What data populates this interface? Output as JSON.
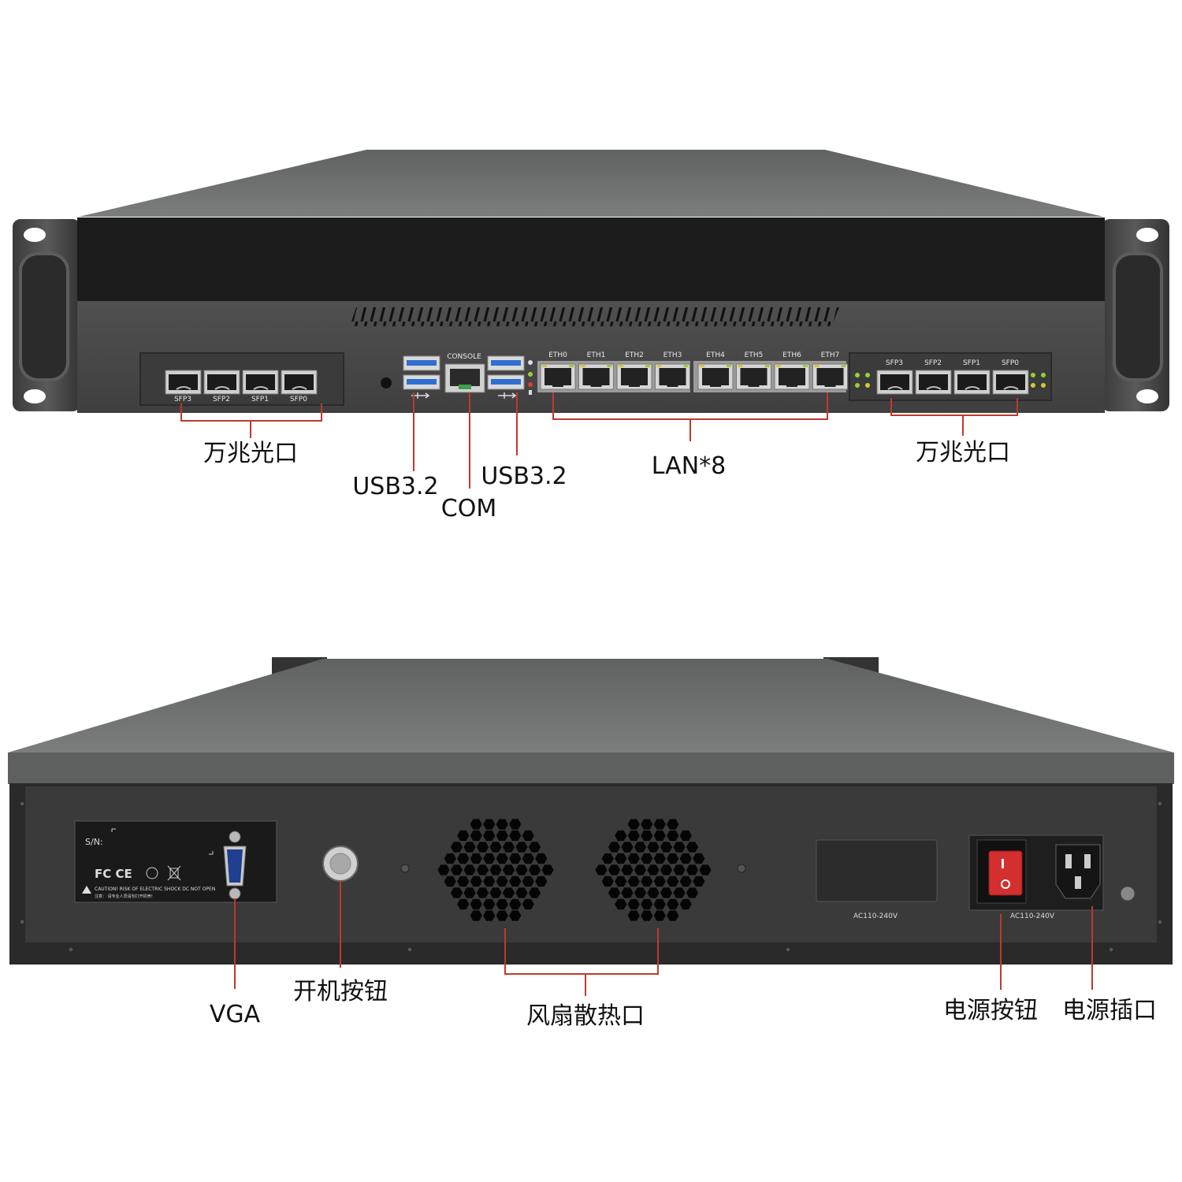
{
  "front": {
    "sfp_left_labels": [
      "SFP3",
      "SFP2",
      "SFP1",
      "SFP0"
    ],
    "sfp_right_labels": [
      "SFP3",
      "SFP2",
      "SFP1",
      "SFP0"
    ],
    "console_label": "CONSOLE",
    "eth_labels": [
      "ETH0",
      "ETH1",
      "ETH2",
      "ETH3",
      "ETH4",
      "ETH5",
      "ETH6",
      "ETH7"
    ],
    "callouts": {
      "sfp_left": "万兆光口",
      "usb_left": "USB3.2",
      "com": "COM",
      "usb_right": "USB3.2",
      "lan": "LAN*8",
      "sfp_right": "万兆光口"
    }
  },
  "rear": {
    "sn_label": "S/N:",
    "cert_marks": "FC CE",
    "caution_text": "CAUTION!  RISK OF ELECTRIC SHOCK DC NOT OPEN",
    "warning_text": "注意：  请专业人员请勿打开机壳！",
    "ac_label_left": "AC110-240V",
    "ac_label_right": "AC110-240V",
    "callouts": {
      "vga": "VGA",
      "power_on": "开机按钮",
      "fans": "风扇散热口",
      "power_switch": "电源按钮",
      "power_socket": "电源插口"
    }
  },
  "colors": {
    "accent_line": "#c0392b",
    "chassis_dark": "#1e1e1e",
    "chassis_panel": "#4b4b4b",
    "top_cover": "#6a6d6b",
    "port_gray": "#8a8a8a",
    "led_green": "#9ccc3a",
    "led_red": "#e53935",
    "switch_red": "#d32f2f"
  }
}
